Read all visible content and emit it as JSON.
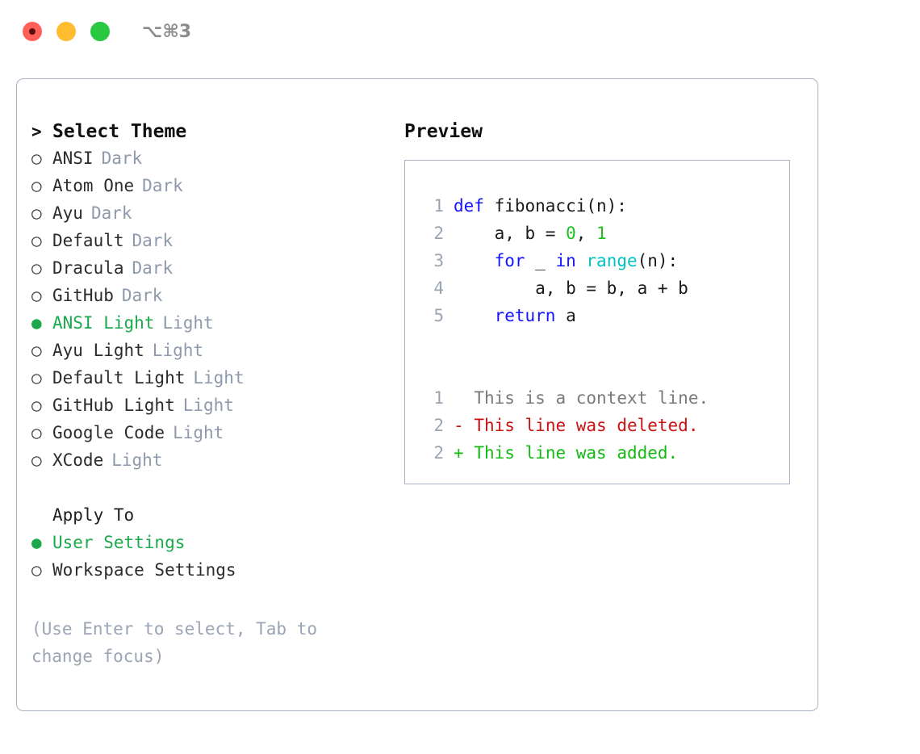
{
  "titlebar": {
    "lights": [
      "close",
      "minimize",
      "maximize"
    ],
    "shortcut": "⌥⌘3"
  },
  "theme_list": {
    "header_marker": ">",
    "header_label": "Select Theme",
    "items": [
      {
        "marker": "○",
        "label": "ANSI",
        "badge": "Dark",
        "selected": false
      },
      {
        "marker": "○",
        "label": "Atom One",
        "badge": "Dark",
        "selected": false
      },
      {
        "marker": "○",
        "label": "Ayu",
        "badge": "Dark",
        "selected": false
      },
      {
        "marker": "○",
        "label": "Default",
        "badge": "Dark",
        "selected": false
      },
      {
        "marker": "○",
        "label": "Dracula",
        "badge": "Dark",
        "selected": false
      },
      {
        "marker": "○",
        "label": "GitHub",
        "badge": "Dark",
        "selected": false
      },
      {
        "marker": "●",
        "label": "ANSI Light",
        "badge": "Light",
        "selected": true
      },
      {
        "marker": "○",
        "label": "Ayu Light",
        "badge": "Light",
        "selected": false
      },
      {
        "marker": "○",
        "label": "Default Light",
        "badge": "Light",
        "selected": false
      },
      {
        "marker": "○",
        "label": "GitHub Light",
        "badge": "Light",
        "selected": false
      },
      {
        "marker": "○",
        "label": "Google Code",
        "badge": "Light",
        "selected": false
      },
      {
        "marker": "○",
        "label": "XCode",
        "badge": "Light",
        "selected": false
      }
    ]
  },
  "apply_to": {
    "title": "Apply To",
    "items": [
      {
        "marker": "●",
        "label": "User Settings",
        "selected": true
      },
      {
        "marker": "○",
        "label": "Workspace Settings",
        "selected": false
      }
    ]
  },
  "hint": "(Use Enter to select, Tab to change focus)",
  "preview": {
    "title": "Preview",
    "code_lines": [
      {
        "no": "1",
        "tokens": [
          {
            "t": "def ",
            "c": "kw"
          },
          {
            "t": "fibonacci(n):",
            "c": "txt"
          }
        ]
      },
      {
        "no": "2",
        "tokens": [
          {
            "t": "    a, b = ",
            "c": "txt"
          },
          {
            "t": "0",
            "c": "num"
          },
          {
            "t": ", ",
            "c": "txt"
          },
          {
            "t": "1",
            "c": "num"
          }
        ]
      },
      {
        "no": "3",
        "tokens": [
          {
            "t": "    ",
            "c": "txt"
          },
          {
            "t": "for",
            "c": "kw"
          },
          {
            "t": " _ ",
            "c": "txt"
          },
          {
            "t": "in",
            "c": "kw"
          },
          {
            "t": " ",
            "c": "txt"
          },
          {
            "t": "range",
            "c": "fn"
          },
          {
            "t": "(n):",
            "c": "txt"
          }
        ]
      },
      {
        "no": "4",
        "tokens": [
          {
            "t": "        a, b = b, a + b",
            "c": "txt"
          }
        ]
      },
      {
        "no": "5",
        "tokens": [
          {
            "t": "    ",
            "c": "txt"
          },
          {
            "t": "return",
            "c": "kw"
          },
          {
            "t": " a",
            "c": "txt"
          }
        ]
      }
    ],
    "diff_lines": [
      {
        "no": "1",
        "sign": " ",
        "text": "This is a context line.",
        "kind": "ctx"
      },
      {
        "no": "2",
        "sign": "-",
        "text": "This line was deleted.",
        "kind": "del"
      },
      {
        "no": "2",
        "sign": "+",
        "text": "This line was added.",
        "kind": "add"
      }
    ]
  },
  "colors": {
    "accent_green": "#1ba94c",
    "badge_gray": "#8e99ab",
    "border": "#a9b3c1",
    "keyword_blue": "#1414ff",
    "function_cyan": "#00c2c2",
    "number_green": "#1fc11f",
    "diff_delete_red": "#cc1111",
    "diff_add_green": "#12bb12",
    "light_red": "#ff5f57",
    "light_yellow": "#febc2e",
    "light_green": "#28c840"
  }
}
